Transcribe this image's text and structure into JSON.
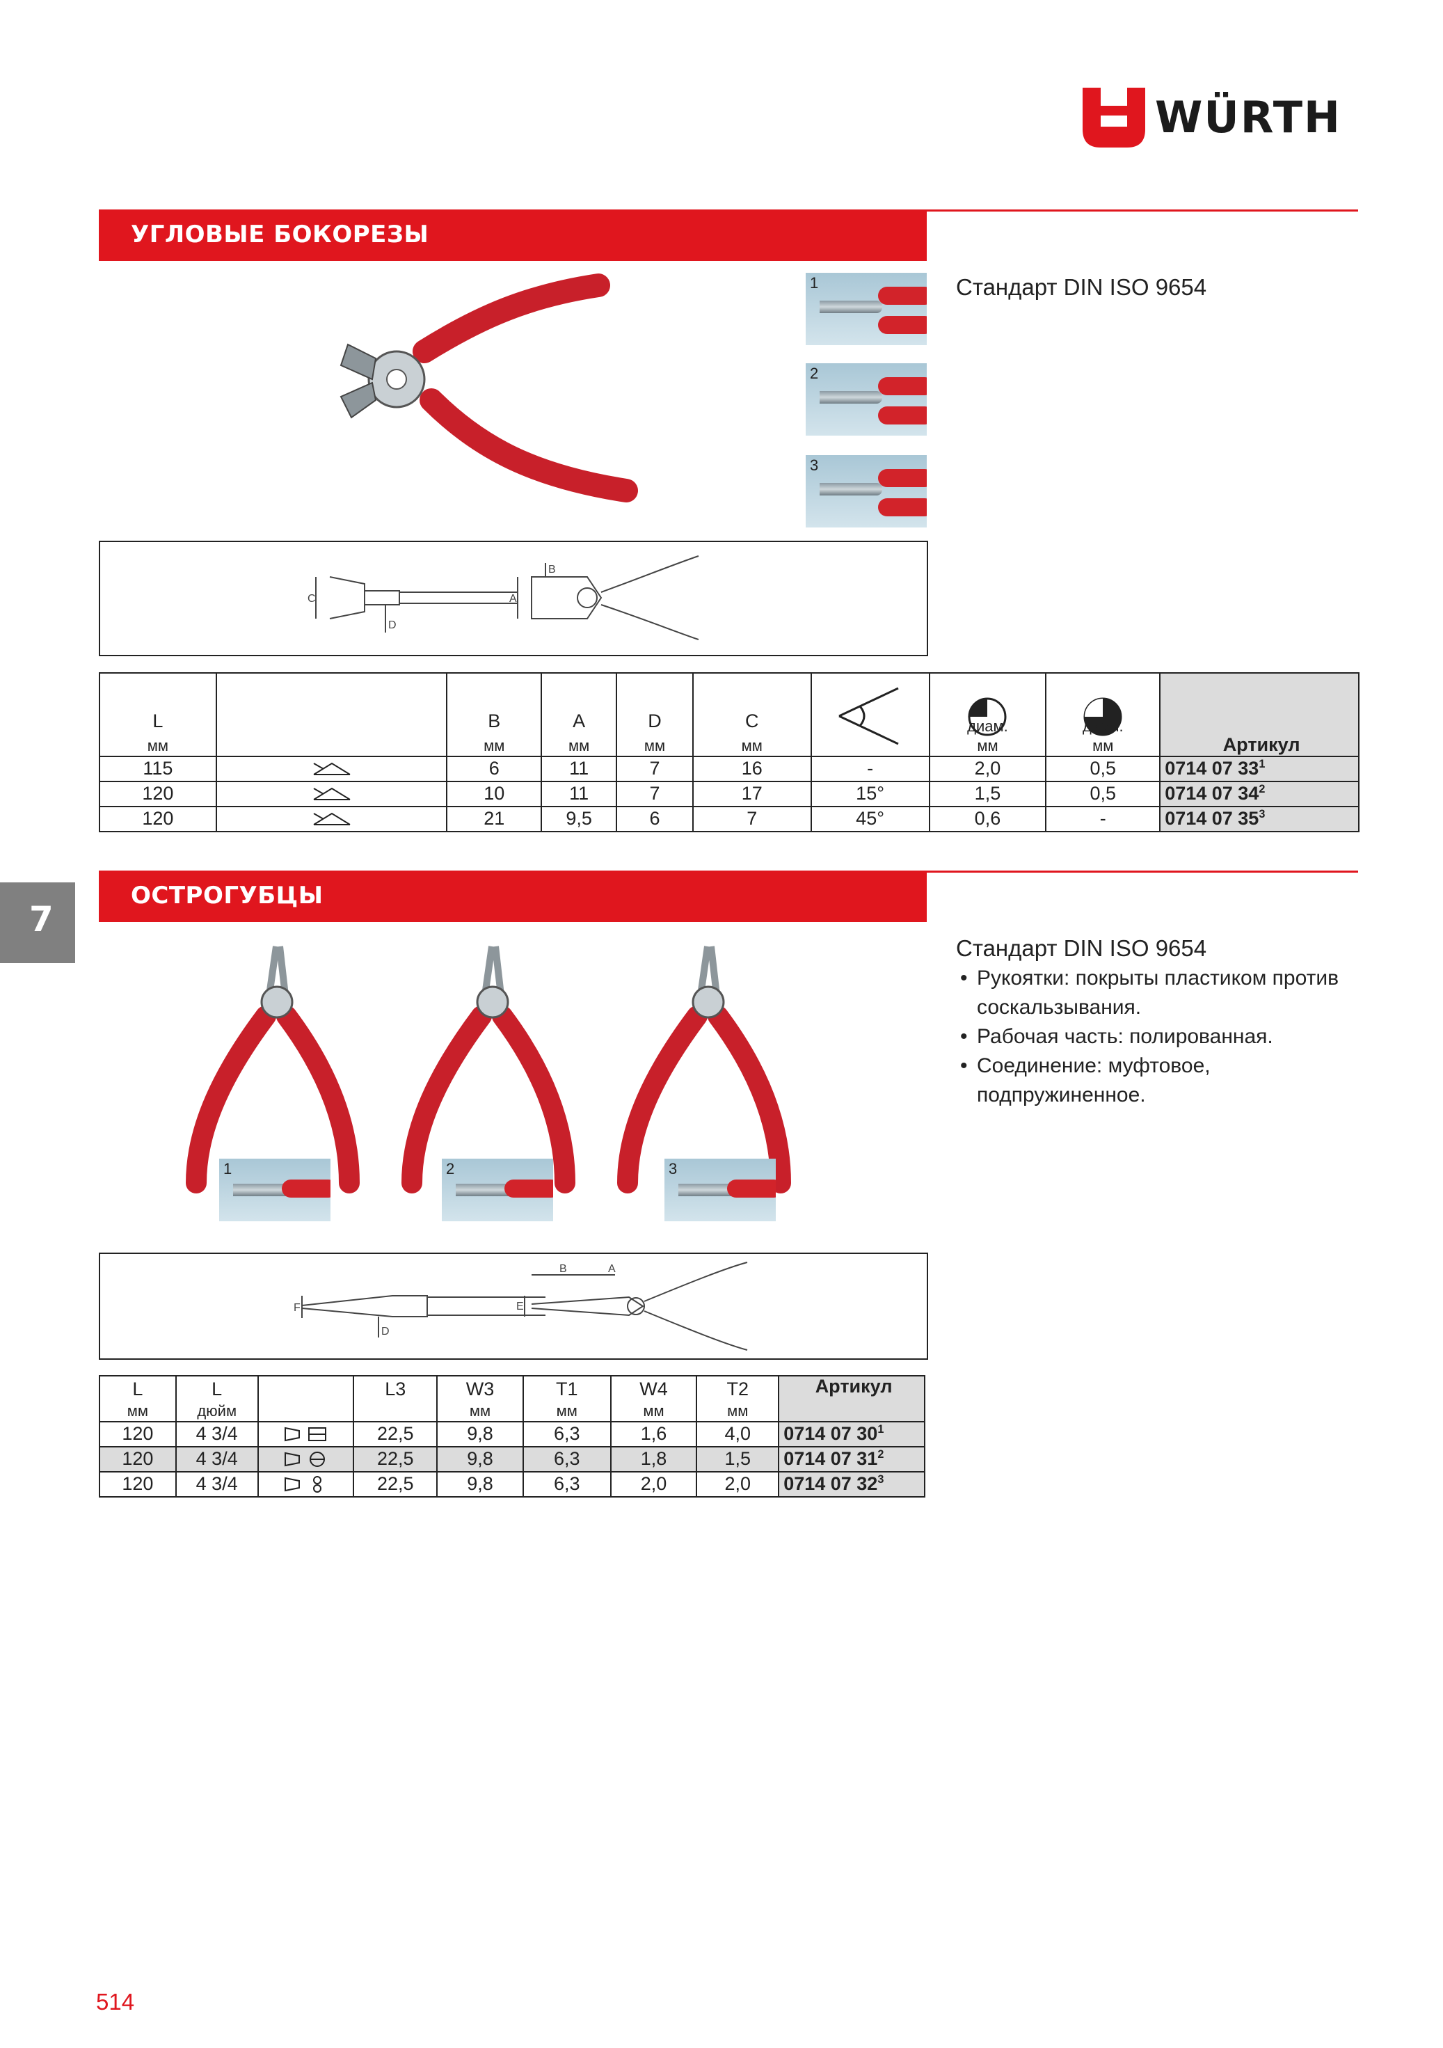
{
  "brand": {
    "name": "WÜRTH",
    "color": "#e0161e"
  },
  "section1": {
    "title": "УГЛОВЫЕ БОКОРЕЗЫ",
    "standard": "Стандарт DIN ISO 9654",
    "thumb_labels": [
      "1",
      "2",
      "3"
    ],
    "drawing_labels": {
      "c": "C",
      "d": "D",
      "b": "B",
      "a": "A"
    },
    "table": {
      "headers": {
        "l": "L",
        "b": "B",
        "a": "A",
        "d": "D",
        "c": "C",
        "diam1": "диам.",
        "diam2": "диам.",
        "art": "Артикул"
      },
      "units": {
        "l": "мм",
        "b": "мм",
        "a": "мм",
        "d": "мм",
        "c": "мм",
        "diam1": "мм",
        "diam2": "мм"
      },
      "rows": [
        {
          "l": "115",
          "b": "6",
          "a": "11",
          "d": "7",
          "c": "16",
          "angle": "-",
          "diam1": "2,0",
          "diam2": "0,5",
          "art": "0714 07 33",
          "sup": "1"
        },
        {
          "l": "120",
          "b": "10",
          "a": "11",
          "d": "7",
          "c": "17",
          "angle": "15°",
          "diam1": "1,5",
          "diam2": "0,5",
          "art": "0714 07 34",
          "sup": "2"
        },
        {
          "l": "120",
          "b": "21",
          "a": "9,5",
          "d": "6",
          "c": "7",
          "angle": "45°",
          "diam1": "0,6",
          "diam2": "-",
          "art": "0714 07 35",
          "sup": "3"
        }
      ]
    }
  },
  "section2": {
    "title": "ОСТРОГУБЦЫ",
    "standard": "Стандарт DIN ISO 9654",
    "bullets": [
      "Рукоятки: покрыты пластиком против соскальзывания.",
      "Рабочая часть: полированная.",
      "Соединение: муфтовое, подпружиненное."
    ],
    "thumb_labels": [
      "1",
      "2",
      "3"
    ],
    "drawing_labels": {
      "f": "F",
      "d": "D",
      "b": "B",
      "a": "A",
      "e": "E"
    },
    "table": {
      "headers": {
        "l": "L",
        "l2": "L",
        "l3": "L3",
        "w3": "W3",
        "t1": "T1",
        "w4": "W4",
        "t2": "T2",
        "art": "Артикул"
      },
      "units": {
        "l": "мм",
        "l2": "дюйм",
        "w3": "мм",
        "t1": "мм",
        "w4": "мм",
        "t2": "мм"
      },
      "rows": [
        {
          "l": "120",
          "l2": "4 3/4",
          "l3": "22,5",
          "w3": "9,8",
          "t1": "6,3",
          "w4": "1,6",
          "t2": "4,0",
          "art": "0714 07 30",
          "sup": "1"
        },
        {
          "l": "120",
          "l2": "4 3/4",
          "l3": "22,5",
          "w3": "9,8",
          "t1": "6,3",
          "w4": "1,8",
          "t2": "1,5",
          "art": "0714 07 31",
          "sup": "2"
        },
        {
          "l": "120",
          "l2": "4 3/4",
          "l3": "22,5",
          "w3": "9,8",
          "t1": "6,3",
          "w4": "2,0",
          "t2": "2,0",
          "art": "0714 07 32",
          "sup": "3"
        }
      ]
    }
  },
  "side_tab": "7",
  "page_number": "514"
}
